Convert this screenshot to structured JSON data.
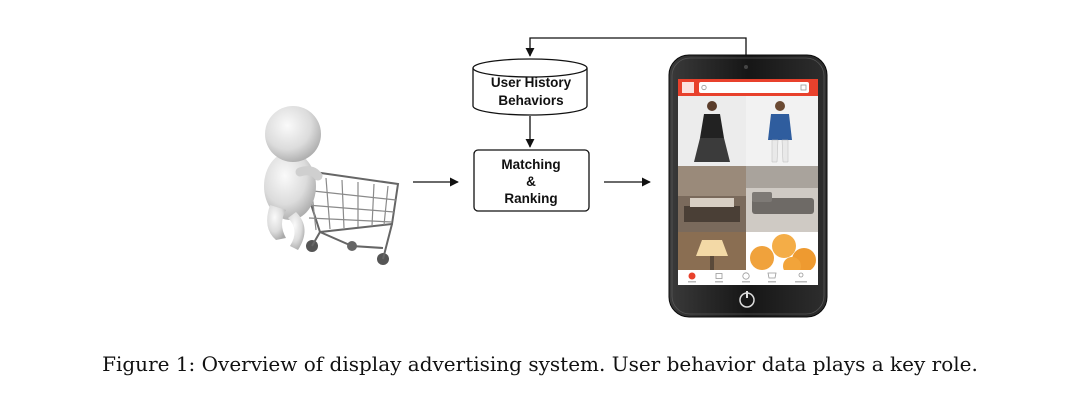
{
  "nodes": {
    "history": {
      "lines": [
        "User History",
        "Behaviors"
      ]
    },
    "matching": {
      "lines": [
        "Matching",
        "&",
        "Ranking"
      ]
    }
  },
  "caption": "Figure 1: Overview of display advertising system. User behavior data plays a key role.",
  "icons": {
    "shopper": "shopper-with-cart-icon",
    "phone": "smartphone-icon",
    "database": "database-cylinder-icon"
  },
  "colors": {
    "app_accent": "#e8412c",
    "phone_body": "#1c1c1c",
    "arrow": "#111111"
  },
  "phone_tabs": [
    "home-icon",
    "video-icon",
    "time-icon",
    "cart-icon",
    "user-icon"
  ]
}
